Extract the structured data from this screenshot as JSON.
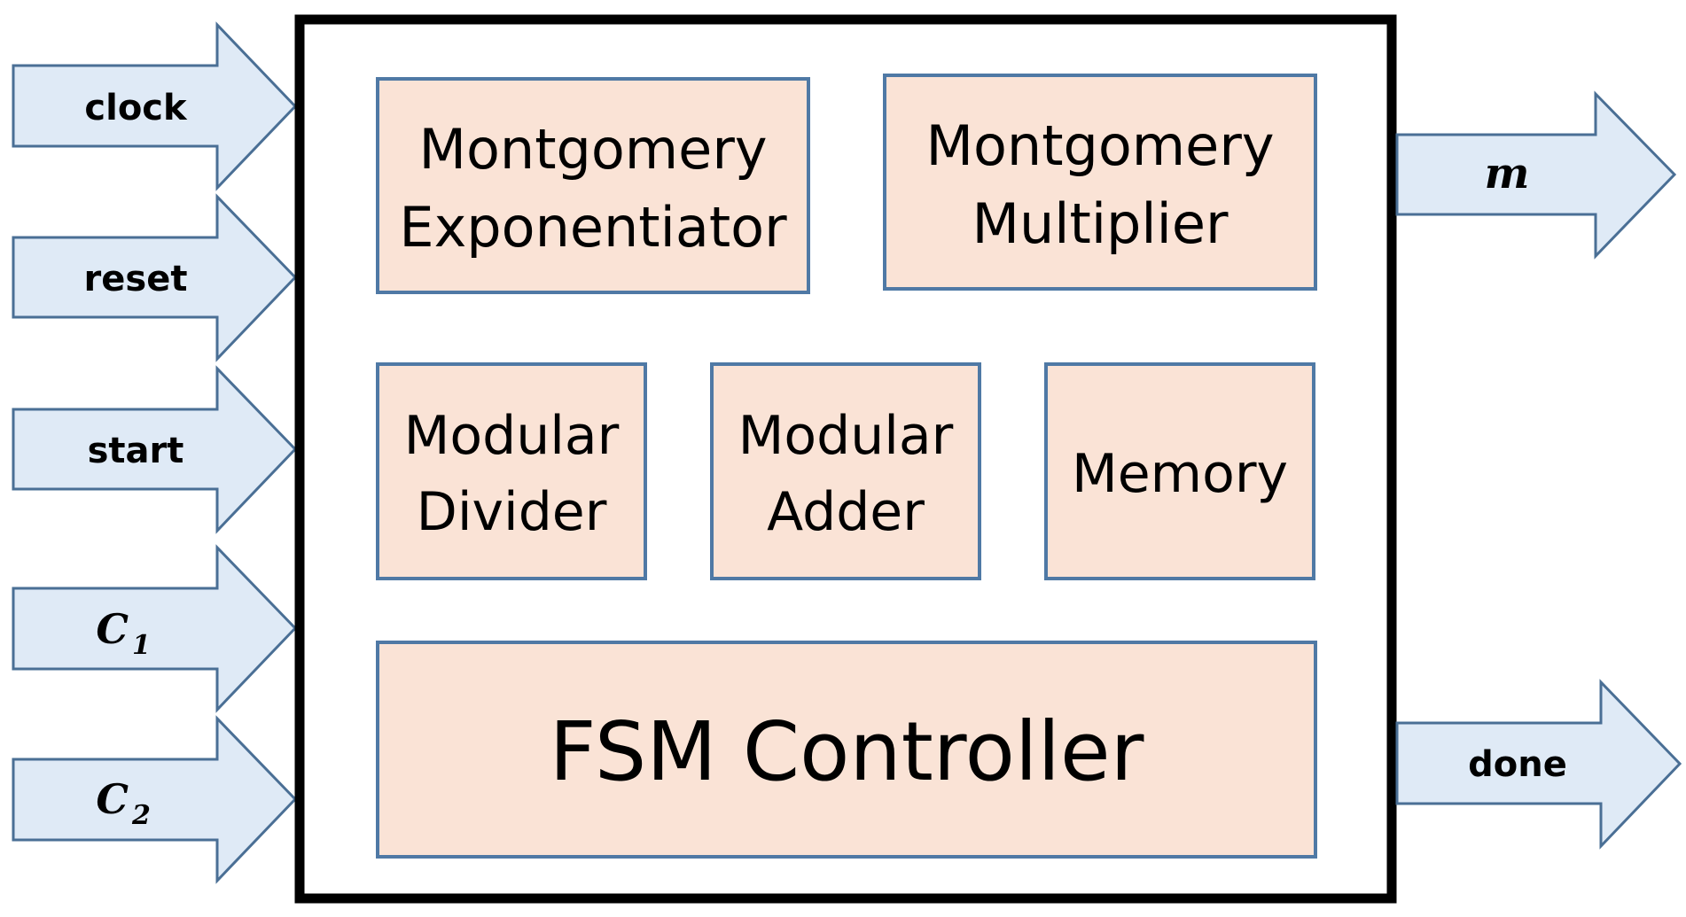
{
  "inputs": [
    {
      "id": "clock",
      "label": "clock",
      "style": "plain"
    },
    {
      "id": "reset",
      "label": "reset",
      "style": "plain"
    },
    {
      "id": "start",
      "label": "start",
      "style": "plain"
    },
    {
      "id": "c1",
      "label": "C",
      "sub": "1",
      "style": "math"
    },
    {
      "id": "c2",
      "label": "C",
      "sub": "2",
      "style": "math"
    }
  ],
  "outputs": [
    {
      "id": "m",
      "label": "m",
      "style": "math"
    },
    {
      "id": "done",
      "label": "done",
      "style": "plain"
    }
  ],
  "blocks": {
    "montgomery_exponentiator": {
      "line1": "Montgomery",
      "line2": "Exponentiator"
    },
    "montgomery_multiplier": {
      "line1": "Montgomery",
      "line2": "Multiplier"
    },
    "modular_divider": {
      "line1": "Modular",
      "line2": "Divider"
    },
    "modular_adder": {
      "line1": "Modular",
      "line2": "Adder"
    },
    "memory": {
      "line1": "Memory"
    },
    "fsm_controller": {
      "line1": "FSM Controller"
    }
  },
  "colors": {
    "arrow_fill": "#dfeaf6",
    "arrow_stroke": "#4a6f95",
    "block_fill": "#fae3d6",
    "block_stroke": "#4f79a5",
    "frame_stroke": "#000000"
  }
}
